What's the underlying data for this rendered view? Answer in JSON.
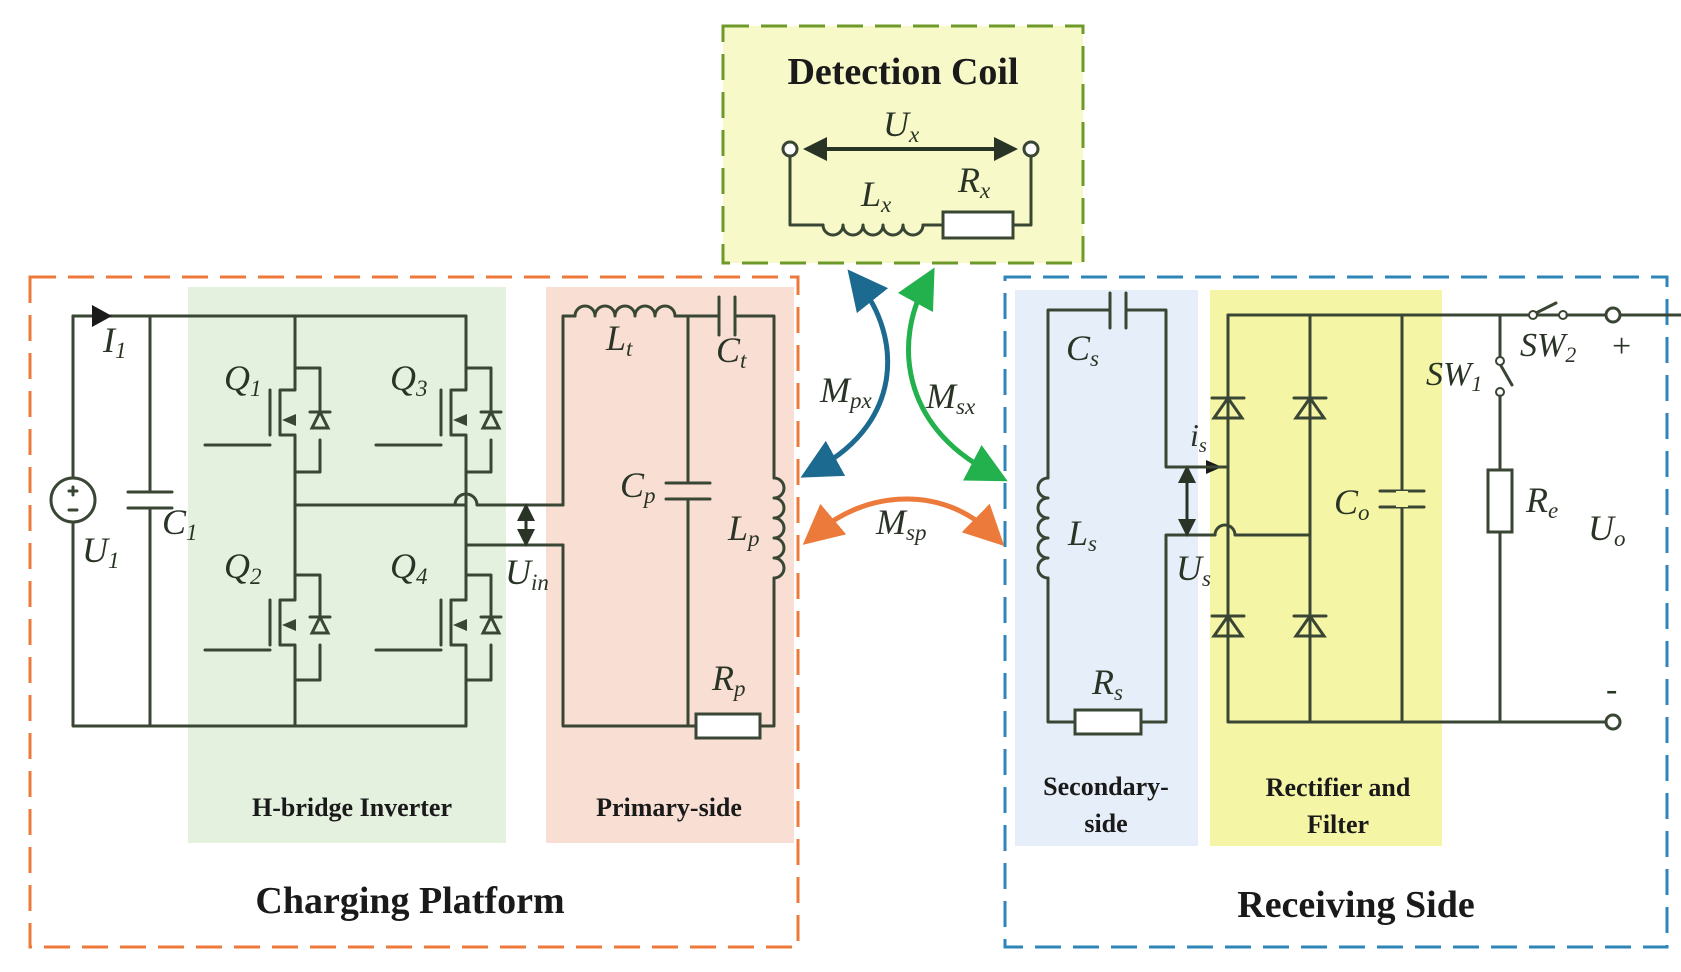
{
  "colors": {
    "charging_platform_border": "#ec7a3a",
    "receiving_side_border": "#2e86b8",
    "detection_coil_border": "#6e9a2a",
    "detection_coil_fill": "#f7f9c8",
    "hbridge_fill": "#e4f1df",
    "primary_fill": "#f9dfd3",
    "secondary_fill": "#e6eff9",
    "rectifier_fill": "#f5f5a6",
    "arrow_mpx": "#1c6a8f",
    "arrow_msx": "#22b14c",
    "arrow_msp": "#ec7a3a",
    "wire": "#3a4634"
  },
  "blocks": {
    "detection_coil": "Detection Coil",
    "charging_platform": "Charging Platform",
    "receiving_side": "Receiving Side",
    "hbridge": "H-bridge Inverter",
    "primary": "Primary-side",
    "secondary_line1": "Secondary-",
    "secondary_line2": "side",
    "rectifier_line1": "Rectifier and",
    "rectifier_line2": "Filter"
  },
  "labels": {
    "ux": {
      "main": "U",
      "sub": "x"
    },
    "lx": {
      "main": "L",
      "sub": "x"
    },
    "rx": {
      "main": "R",
      "sub": "x"
    },
    "i1": {
      "main": "I",
      "sub": "1"
    },
    "u1": {
      "main": "U",
      "sub": "1"
    },
    "c1": {
      "main": "C",
      "sub": "1"
    },
    "q1": {
      "main": "Q",
      "sub": "1"
    },
    "q2": {
      "main": "Q",
      "sub": "2"
    },
    "q3": {
      "main": "Q",
      "sub": "3"
    },
    "q4": {
      "main": "Q",
      "sub": "4"
    },
    "uin": {
      "main": "U",
      "sub": "in"
    },
    "lt": {
      "main": "L",
      "sub": "t"
    },
    "ct": {
      "main": "C",
      "sub": "t"
    },
    "cp": {
      "main": "C",
      "sub": "p"
    },
    "lp": {
      "main": "L",
      "sub": "p"
    },
    "rp": {
      "main": "R",
      "sub": "p"
    },
    "mpx": {
      "main": "M",
      "sub": "px"
    },
    "msx": {
      "main": "M",
      "sub": "sx"
    },
    "msp": {
      "main": "M",
      "sub": "sp"
    },
    "cs": {
      "main": "C",
      "sub": "s"
    },
    "ls": {
      "main": "L",
      "sub": "s"
    },
    "rs": {
      "main": "R",
      "sub": "s"
    },
    "is": {
      "main": "i",
      "sub": "s"
    },
    "us": {
      "main": "U",
      "sub": "s"
    },
    "co": {
      "main": "C",
      "sub": "o"
    },
    "re": {
      "main": "R",
      "sub": "e"
    },
    "uo": {
      "main": "U",
      "sub": "o"
    },
    "sw1": {
      "main": "SW",
      "sub": "1"
    },
    "sw2": {
      "main": "SW",
      "sub": "2"
    },
    "plus": "+",
    "minus": "-"
  }
}
